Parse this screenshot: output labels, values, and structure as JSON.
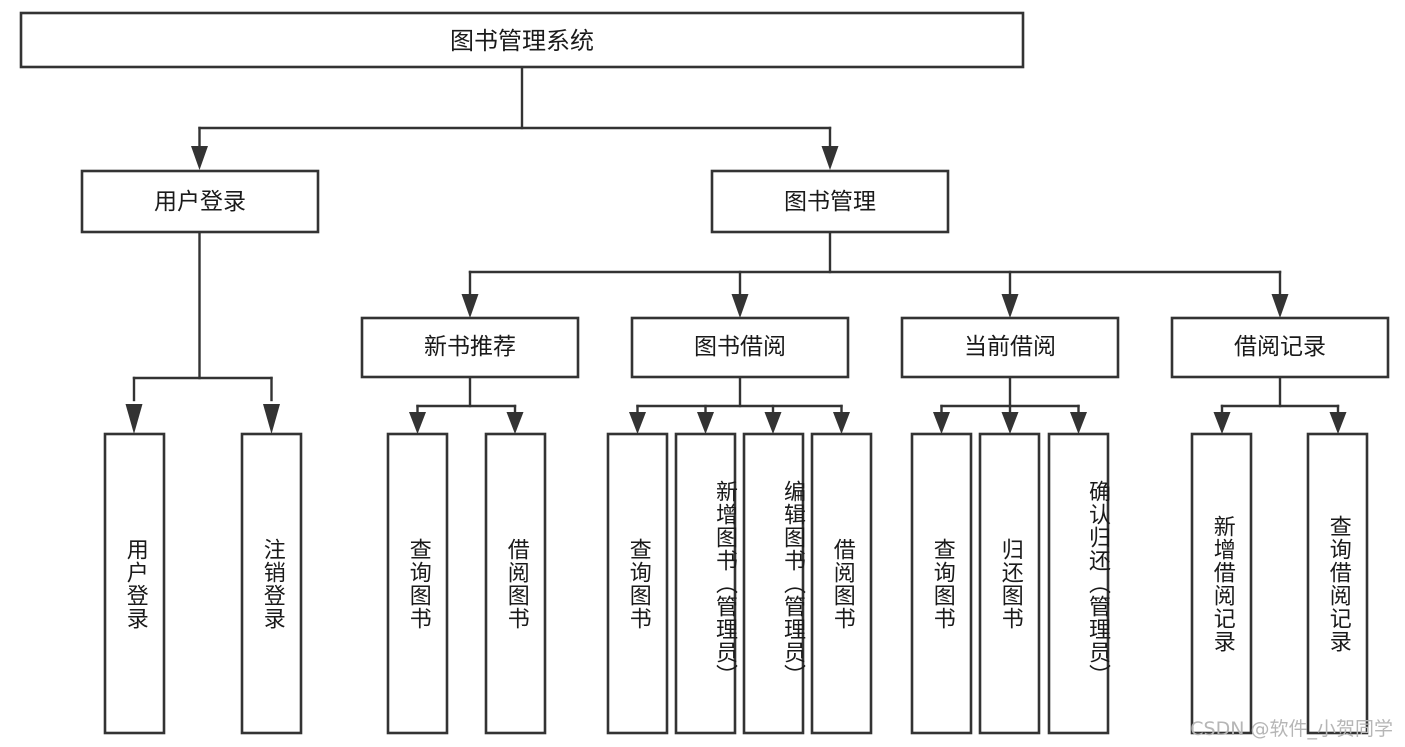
{
  "diagram": {
    "title": "图书管理系统",
    "type": "hierarchy-tree",
    "watermark": "CSDN @软件_小贺同学",
    "colors": {
      "stroke": "#333333",
      "fill": "#ffffff",
      "text": "#1a1a1a",
      "watermark": "#b6b6b6"
    },
    "root": {
      "id": "root",
      "label": "图书管理系统"
    },
    "level2": [
      {
        "id": "user-login",
        "label": "用户登录"
      },
      {
        "id": "book-manage",
        "label": "图书管理"
      }
    ],
    "level3": [
      {
        "id": "new-book-rec",
        "label": "新书推荐",
        "parent": "book-manage"
      },
      {
        "id": "book-borrow",
        "label": "图书借阅",
        "parent": "book-manage"
      },
      {
        "id": "current-borrow",
        "label": "当前借阅",
        "parent": "book-manage"
      },
      {
        "id": "borrow-record",
        "label": "借阅记录",
        "parent": "book-manage"
      }
    ],
    "leaves": [
      {
        "id": "leaf-user-login",
        "label": "用户登录",
        "parent": "user-login"
      },
      {
        "id": "leaf-logout-login",
        "label": "注销登录",
        "parent": "user-login"
      },
      {
        "id": "leaf-query-book-1",
        "label": "查询图书",
        "parent": "new-book-rec"
      },
      {
        "id": "leaf-borrow-book-1",
        "label": "借阅图书",
        "parent": "new-book-rec"
      },
      {
        "id": "leaf-query-book-2",
        "label": "查询图书",
        "parent": "book-borrow"
      },
      {
        "id": "leaf-add-book",
        "label": "新增图书（管理员）",
        "parent": "book-borrow"
      },
      {
        "id": "leaf-edit-book",
        "label": "编辑图书（管理员）",
        "parent": "book-borrow"
      },
      {
        "id": "leaf-borrow-book-2",
        "label": "借阅图书",
        "parent": "book-borrow"
      },
      {
        "id": "leaf-query-book-3",
        "label": "查询图书",
        "parent": "current-borrow"
      },
      {
        "id": "leaf-return-book",
        "label": "归还图书",
        "parent": "current-borrow"
      },
      {
        "id": "leaf-confirm-return",
        "label": "确认归还（管理员）",
        "parent": "current-borrow"
      },
      {
        "id": "leaf-add-record",
        "label": "新增借阅记录",
        "parent": "borrow-record"
      },
      {
        "id": "leaf-query-record",
        "label": "查询借阅记录",
        "parent": "borrow-record"
      }
    ]
  }
}
